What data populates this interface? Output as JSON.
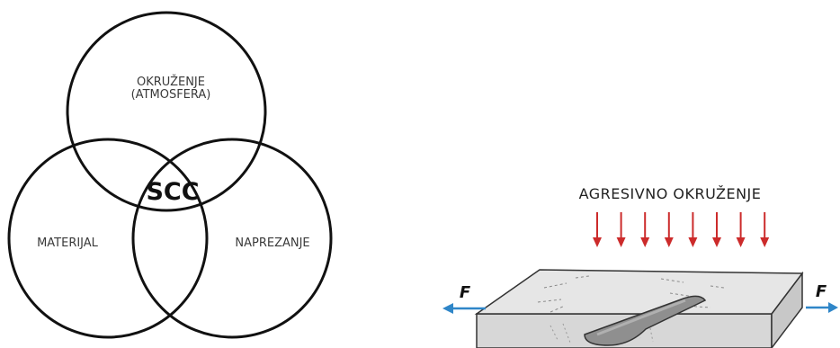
{
  "venn": {
    "top_circle_line1": "OKRUŽENJE",
    "top_circle_line2": "(ATMOSFERA)",
    "left_circle_label": "MATERIJAL",
    "right_circle_label": "NAPREZANJE",
    "center_label": "SCC"
  },
  "specimen": {
    "environment_label": "AGRESIVNO OKRUŽENJE",
    "arrow_count": 8,
    "left_force_label": "F",
    "right_force_label": "F",
    "colors": {
      "environment_arrows": "#cc2b2b",
      "force_arrows": "#2f86c8",
      "plate": "#e6e6e6",
      "weld": "#8f8f8f"
    }
  }
}
